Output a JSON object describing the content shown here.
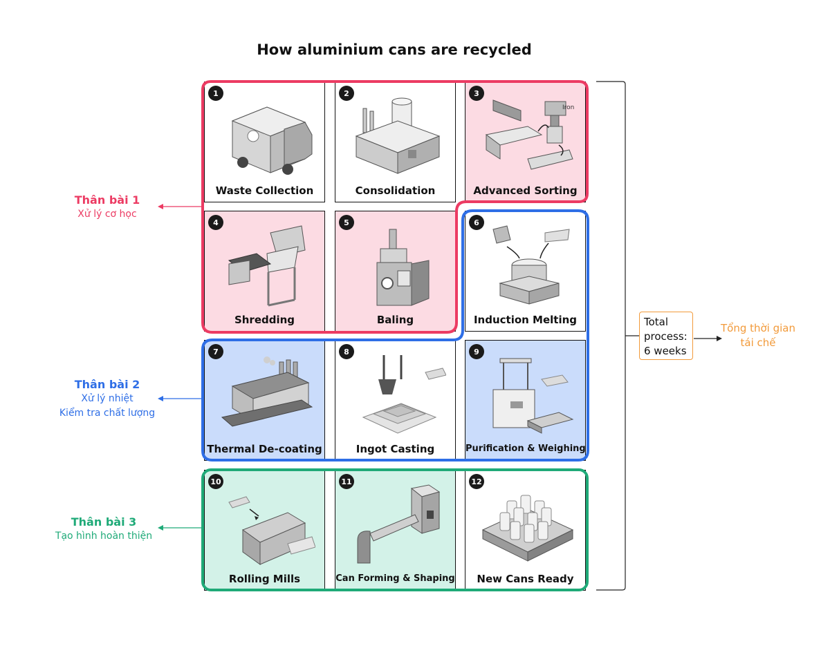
{
  "title": "How aluminium cans are recycled",
  "colors": {
    "stage1": "#ec3b63",
    "stage2": "#2e6ee6",
    "stage3": "#1faa78",
    "total": "#f29a3a"
  },
  "steps": [
    {
      "num": "1",
      "label": "Waste Collection",
      "icon": "garbage-truck-icon"
    },
    {
      "num": "2",
      "label": "Consolidation",
      "icon": "factory-icon"
    },
    {
      "num": "3",
      "label": "Advanced Sorting",
      "icon": "sorting-machine-icon",
      "note": "Iron"
    },
    {
      "num": "4",
      "label": "Shredding",
      "icon": "shredder-icon"
    },
    {
      "num": "5",
      "label": "Baling",
      "icon": "baler-icon"
    },
    {
      "num": "6",
      "label": "Induction Melting",
      "icon": "furnace-icon"
    },
    {
      "num": "7",
      "label": "Thermal De-coating",
      "icon": "decoating-kiln-icon"
    },
    {
      "num": "8",
      "label": "Ingot Casting",
      "icon": "ingot-mold-icon"
    },
    {
      "num": "9",
      "label": "Purification & Weighing",
      "icon": "scale-icon"
    },
    {
      "num": "10",
      "label": "Rolling Mills",
      "icon": "rolling-mill-icon"
    },
    {
      "num": "11",
      "label": "Can Forming & Shaping",
      "icon": "can-press-icon"
    },
    {
      "num": "12",
      "label": "New Cans Ready",
      "icon": "cans-pallet-icon"
    }
  ],
  "sections": [
    {
      "heading": "Thân bài 1",
      "lines": [
        "Xử lý cơ học"
      ]
    },
    {
      "heading": "Thân bài 2",
      "lines": [
        "Xử lý nhiệt",
        "Kiểm tra chất lượng"
      ]
    },
    {
      "heading": "Thân bài 3",
      "lines": [
        "Tạo hình hoàn thiện"
      ]
    }
  ],
  "total": {
    "lines": [
      "Total",
      "process:",
      "6 weeks"
    ],
    "note_lines": [
      "Tổng thời gian",
      "tái chế"
    ]
  }
}
